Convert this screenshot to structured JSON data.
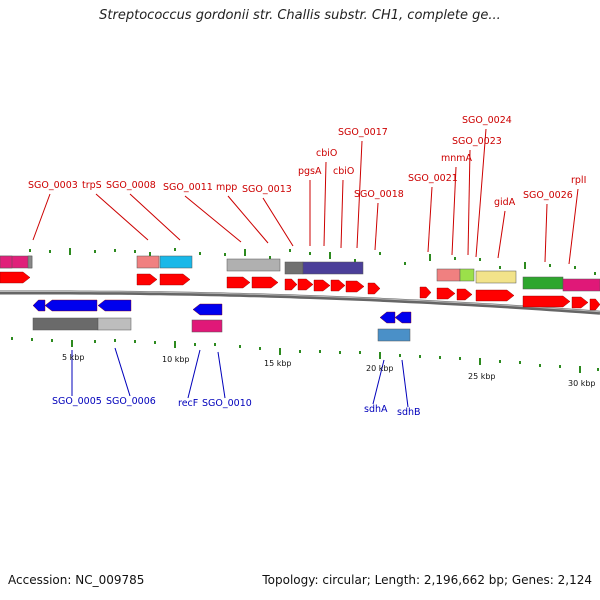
{
  "title": "Streptococcus gordonii str. Challis substr. CH1, complete ge...",
  "footer": {
    "accession": "Accession: NC_009785",
    "summary": "Topology: circular; Length: 2,196,662 bp; Genes: 2,124"
  },
  "colors": {
    "label_top": "#cc0000",
    "label_bottom": "#0000bb",
    "arrow_forward": "#ff0000",
    "arrow_reverse": "#0000ee",
    "backbone": "#8a8a8a",
    "tick": "#2d8a1f"
  },
  "scale_ticks": [
    {
      "kbp": 5,
      "label": "5 kbp"
    },
    {
      "kbp": 10,
      "label": "10 kbp"
    },
    {
      "kbp": 15,
      "label": "15 kbp"
    },
    {
      "kbp": 20,
      "label": "20 kbp"
    },
    {
      "kbp": 25,
      "label": "25 kbp"
    },
    {
      "kbp": 30,
      "label": "30 kbp"
    }
  ],
  "top_labels": [
    {
      "name": "SGO_0003"
    },
    {
      "name": "trpS"
    },
    {
      "name": "SGO_0008"
    },
    {
      "name": "SGO_0011"
    },
    {
      "name": "mpp"
    },
    {
      "name": "SGO_0013"
    },
    {
      "name": "pgsA"
    },
    {
      "name": "cbiO"
    },
    {
      "name": "cbiO"
    },
    {
      "name": "SGO_0017"
    },
    {
      "name": "SGO_0018"
    },
    {
      "name": "SGO_0021"
    },
    {
      "name": "mnmA"
    },
    {
      "name": "SGO_0023"
    },
    {
      "name": "SGO_0024"
    },
    {
      "name": "gidA"
    },
    {
      "name": "SGO_0026"
    },
    {
      "name": "rplI"
    }
  ],
  "bottom_labels": [
    {
      "name": "SGO_0005"
    },
    {
      "name": "SGO_0006"
    },
    {
      "name": "recF"
    },
    {
      "name": "SGO_0010"
    },
    {
      "name": "sdhA"
    },
    {
      "name": "sdhB"
    }
  ]
}
